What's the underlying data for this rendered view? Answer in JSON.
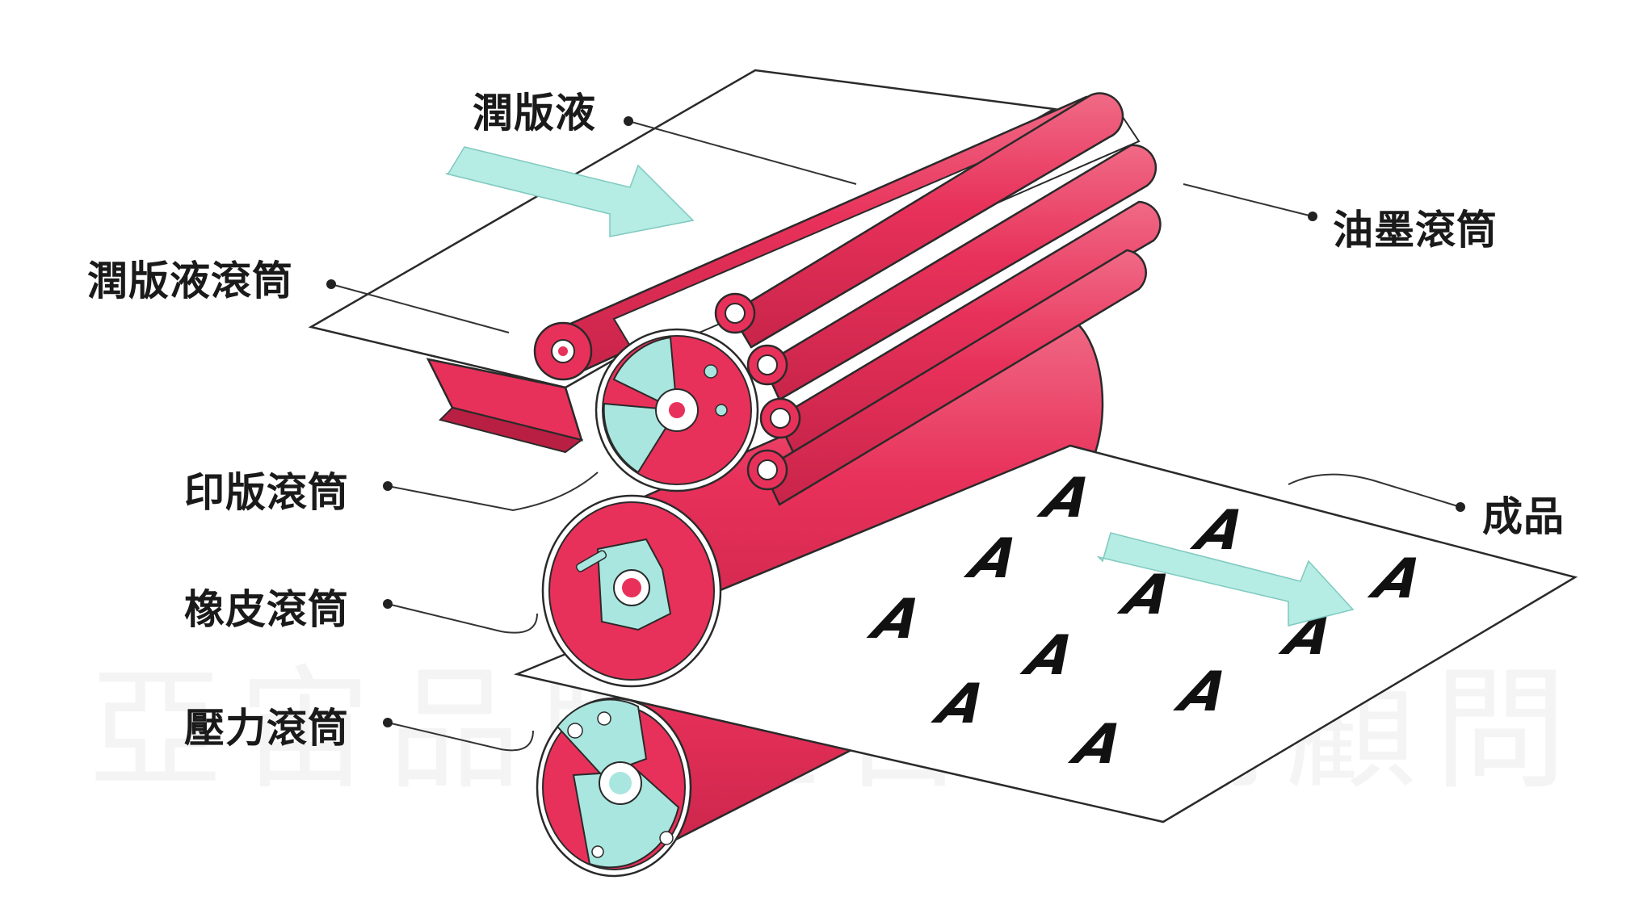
{
  "labels": {
    "dampening_solution": "潤版液",
    "dampening_roller": "潤版液滾筒",
    "ink_roller": "油墨滾筒",
    "plate_cylinder": "印版滾筒",
    "blanket_cylinder": "橡皮滾筒",
    "impression_cylinder": "壓力滾筒",
    "finished_product": "成品"
  },
  "watermark": "亞宙品牌整合行銷顧問",
  "print_glyph": "A",
  "colors": {
    "roller": "#e8315a",
    "roller_dark": "#c8244a",
    "highlight": "#f6a5b5",
    "hub": "#a9e6df",
    "arrow": "#b5ece4",
    "outline": "#2a2a2a"
  }
}
